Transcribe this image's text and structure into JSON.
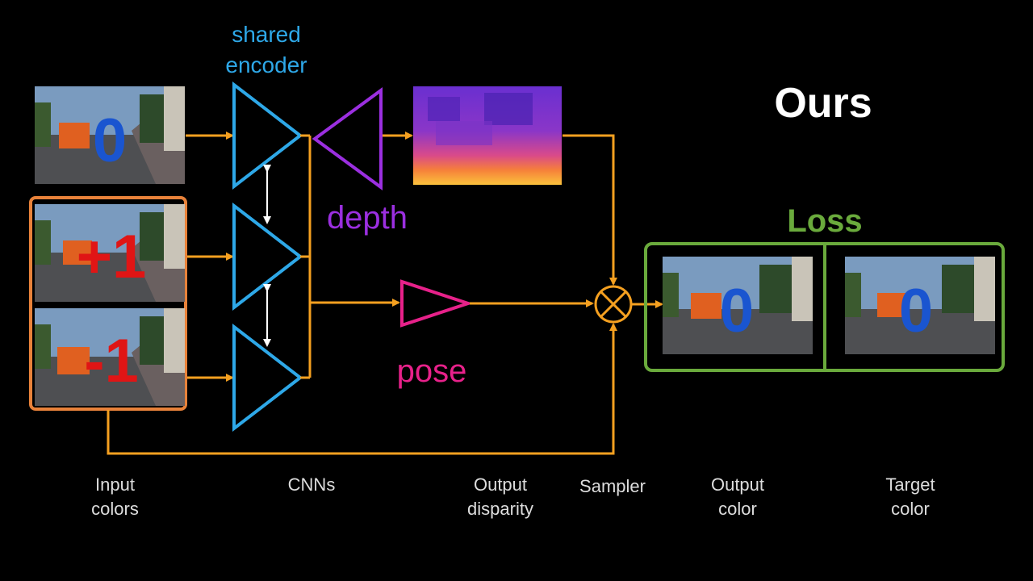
{
  "title": "Ours",
  "labels": {
    "shared_encoder": "shared\nencoder",
    "depth": "depth",
    "pose": "pose",
    "loss": "Loss"
  },
  "captions": {
    "input_colors": "Input\ncolors",
    "cnns": "CNNs",
    "output_disparity": "Output\ndisparity",
    "sampler": "Sampler",
    "output_color": "Output\ncolor",
    "target_color": "Target\ncolor"
  },
  "frames": {
    "target_top": "0",
    "plus": "+1",
    "minus": "-1",
    "output": "0",
    "target": "0"
  },
  "colors": {
    "background": "#000000",
    "arrow": "#f5a020",
    "encoder": "#2ea8e8",
    "depth": "#9b2fe0",
    "pose": "#e7218a",
    "loss": "#6aaa3c",
    "input_box": "#e8823a",
    "digit_blue": "#1a55d0",
    "digit_red": "#e01515"
  }
}
